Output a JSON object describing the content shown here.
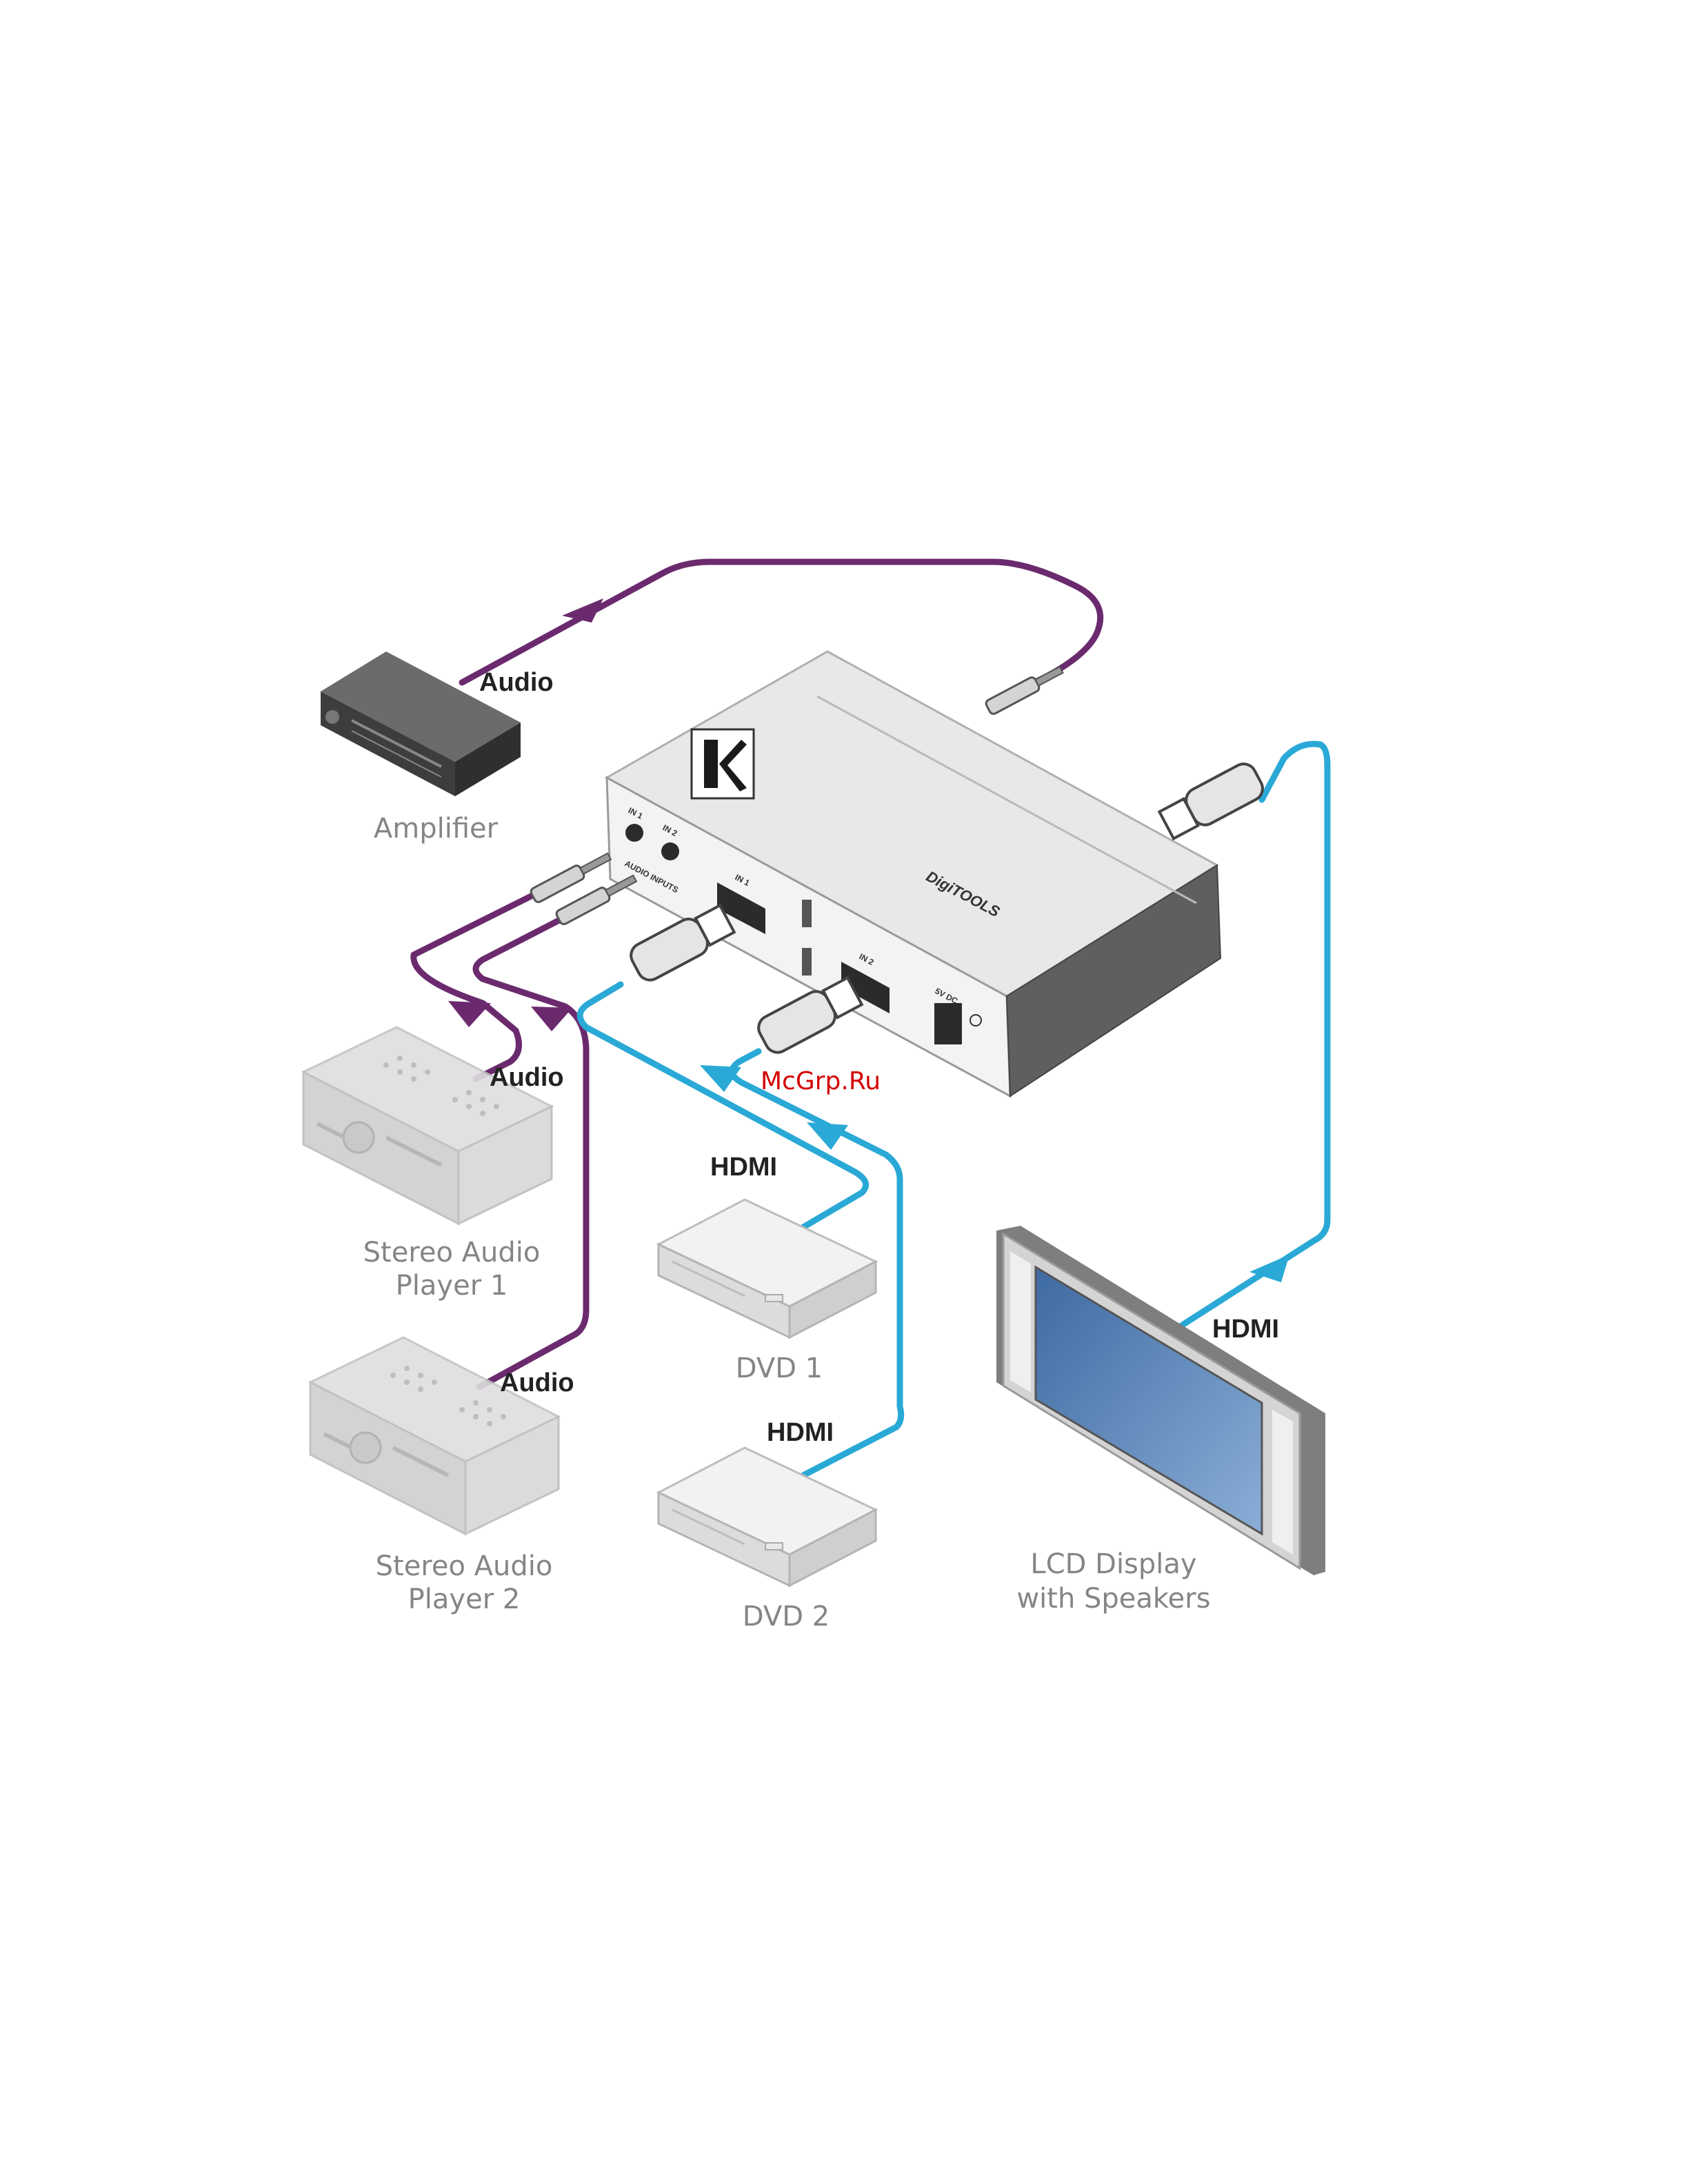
{
  "devices": {
    "amplifier": "Amplifier",
    "player1": [
      "Stereo Audio",
      "Player 1"
    ],
    "player2": [
      "Stereo Audio",
      "Player 2"
    ],
    "dvd1": "DVD 1",
    "dvd2": "DVD 2",
    "lcd": [
      "LCD Display",
      "with Speakers"
    ]
  },
  "cables": {
    "audio": "Audio",
    "hdmi": "HDMI"
  },
  "switcher": {
    "brand": "DigiTOOLS",
    "in1": "IN 1",
    "in2": "IN 2",
    "audio_inputs": "AUDIO INPUTS",
    "power": "5V DC"
  },
  "watermark": "McGrp.Ru",
  "colors": {
    "audio_cable": "#6b2a6e",
    "hdmi_cable": "#2aa9d6",
    "device_label": "#858585"
  }
}
